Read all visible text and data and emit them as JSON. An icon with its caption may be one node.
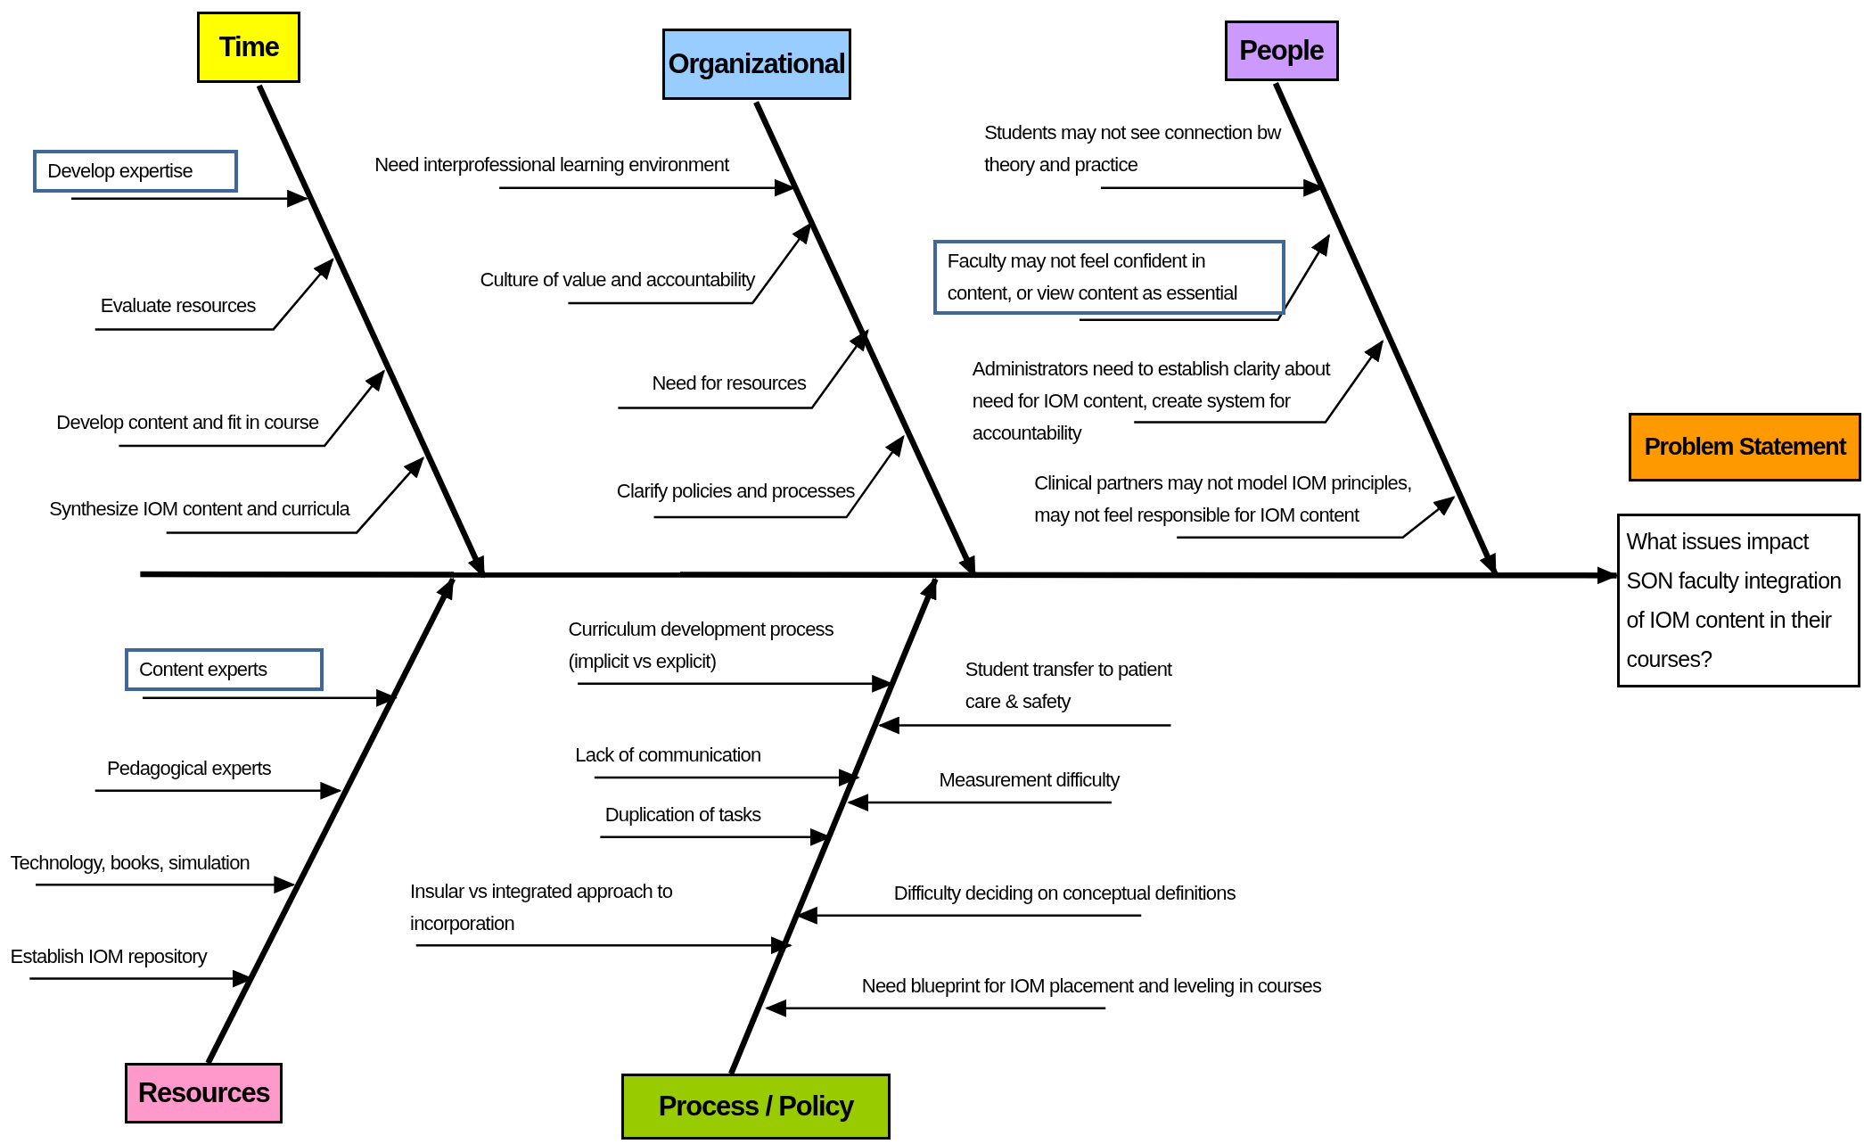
{
  "diagram": {
    "nodes": [
      {
        "text": [
          "Time"
        ]
      },
      {
        "text": [
          "Organizational"
        ]
      },
      {
        "text": [
          "People"
        ]
      },
      {
        "text": [
          "Problem Statement"
        ]
      },
      {
        "text": [
          "What issues impact SON faculty integration of IOM content in their courses?"
        ]
      },
      {
        "text": [
          "Resources"
        ]
      },
      {
        "text": [
          "Process / Policy"
        ]
      },
      {
        "text": [
          "Develop expertise"
        ]
      },
      {
        "text": [
          "Evaluate resources"
        ]
      },
      {
        "text": [
          "Develop content and fit in course"
        ]
      },
      {
        "text": [
          "Synthesize IOM content and curricula"
        ]
      },
      {
        "text": [
          "Need interprofessional learning environment"
        ]
      },
      {
        "text": [
          "Culture of value and accountability"
        ]
      },
      {
        "text": [
          "Need for resources"
        ]
      },
      {
        "text": [
          "Clarify policies and processes"
        ]
      },
      {
        "text": [
          "Students may not see connection bw theory and practice"
        ]
      },
      {
        "text": [
          "Faculty may not feel confident in content, or view content as essential"
        ]
      },
      {
        "text": [
          "Administrators need to establish clarity about need for IOM content, create system for accountability"
        ]
      },
      {
        "text": [
          "Clinical partners may not model IOM principles, may not feel responsible for IOM content"
        ]
      },
      {
        "text": [
          "Content experts"
        ]
      },
      {
        "text": [
          "Pedagogical experts"
        ]
      },
      {
        "text": [
          "Technology, books, simulation"
        ]
      },
      {
        "text": [
          "Establish IOM repository"
        ]
      },
      {
        "text": [
          "Curriculum development process (implicit vs explicit)"
        ]
      },
      {
        "text": [
          "Student transfer to patient care & safety"
        ]
      },
      {
        "text": [
          "Lack of communication"
        ]
      },
      {
        "text": [
          "Measurement difficulty"
        ]
      },
      {
        "text": [
          "Duplication of tasks"
        ]
      },
      {
        "text": [
          "Insular vs integrated approach to incorporation"
        ]
      },
      {
        "text": [
          "Difficulty deciding on conceptual definitions"
        ]
      },
      {
        "text": [
          "Need blueprint for IOM placement and leveling in courses"
        ]
      }
    ],
    "edges": [
      {
        "from": 7,
        "to": null,
        "arrow": "to"
      },
      {
        "from": 8,
        "to": null,
        "arrow": "to"
      },
      {
        "from": 9,
        "to": null,
        "arrow": "to"
      },
      {
        "from": 10,
        "to": null,
        "arrow": "to"
      },
      {
        "from": 11,
        "to": null,
        "arrow": "to"
      },
      {
        "from": 12,
        "to": null,
        "arrow": "to"
      },
      {
        "from": 13,
        "to": null,
        "arrow": "to"
      },
      {
        "from": 14,
        "to": null,
        "arrow": "to"
      },
      {
        "from": 15,
        "to": null,
        "arrow": "to"
      },
      {
        "from": 16,
        "to": null,
        "arrow": "to"
      },
      {
        "from": 17,
        "to": null,
        "arrow": "to"
      },
      {
        "from": 18,
        "to": null,
        "arrow": "to"
      },
      {
        "from": 19,
        "to": null,
        "arrow": "to"
      },
      {
        "from": 20,
        "to": null,
        "arrow": "to"
      },
      {
        "from": 21,
        "to": null,
        "arrow": "to"
      },
      {
        "from": 22,
        "to": null,
        "arrow": "to"
      },
      {
        "from": 23,
        "to": null,
        "arrow": "to"
      },
      {
        "from": 24,
        "to": null,
        "arrow": "to"
      },
      {
        "from": 25,
        "to": null,
        "arrow": "to"
      },
      {
        "from": 26,
        "to": null,
        "arrow": "to"
      },
      {
        "from": 27,
        "to": null,
        "arrow": "to"
      },
      {
        "from": 28,
        "to": null,
        "arrow": "to"
      },
      {
        "from": 29,
        "to": null,
        "arrow": "to"
      },
      {
        "from": 30,
        "to": null,
        "arrow": "to"
      },
      {
        "from": 0,
        "to": null,
        "arrow": "to",
        "style": "thick"
      },
      {
        "from": 1,
        "to": null,
        "arrow": "to",
        "style": "thick"
      },
      {
        "from": 2,
        "to": null,
        "arrow": "to",
        "style": "thick"
      },
      {
        "from": 5,
        "to": null,
        "arrow": "to",
        "style": "thick"
      },
      {
        "from": 6,
        "to": null,
        "arrow": "to",
        "style": "thick"
      },
      {
        "from": null,
        "to": 4,
        "arrow": "to",
        "style": "thick"
      }
    ]
  }
}
